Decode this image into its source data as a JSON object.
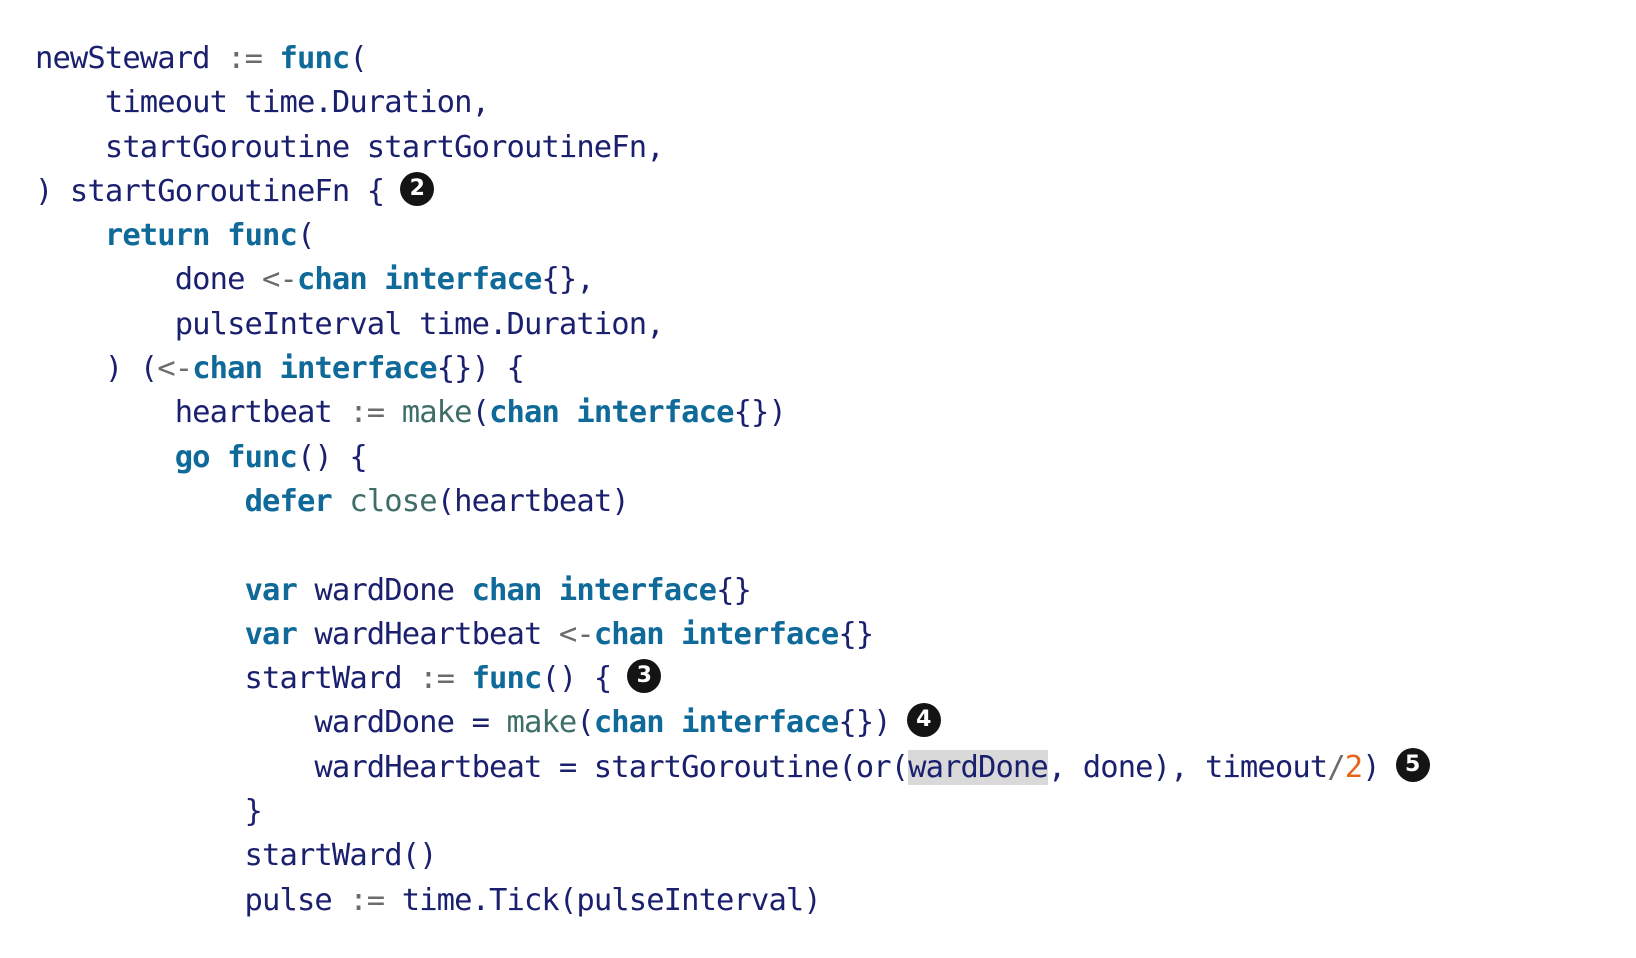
{
  "code": {
    "lines": [
      [
        {
          "t": "newSteward"
        },
        {
          "t": " "
        },
        {
          "t": ":=",
          "c": "op"
        },
        {
          "t": " "
        },
        {
          "t": "func",
          "c": "kw"
        },
        {
          "t": "("
        }
      ],
      [
        {
          "t": "    timeout time.Duration,"
        }
      ],
      [
        {
          "t": "    startGoroutine startGoroutineFn,"
        }
      ],
      [
        {
          "t": ") startGoroutineFn {"
        },
        {
          "t": "2",
          "c": "callout"
        }
      ],
      [
        {
          "t": "    "
        },
        {
          "t": "return",
          "c": "kw"
        },
        {
          "t": " "
        },
        {
          "t": "func",
          "c": "kw"
        },
        {
          "t": "("
        }
      ],
      [
        {
          "t": "        done "
        },
        {
          "t": "<-",
          "c": "op"
        },
        {
          "t": "chan",
          "c": "kw"
        },
        {
          "t": " "
        },
        {
          "t": "interface",
          "c": "kw"
        },
        {
          "t": "{},"
        }
      ],
      [
        {
          "t": "        pulseInterval time.Duration,"
        }
      ],
      [
        {
          "t": "    ) ("
        },
        {
          "t": "<-",
          "c": "op"
        },
        {
          "t": "chan",
          "c": "kw"
        },
        {
          "t": " "
        },
        {
          "t": "interface",
          "c": "kw"
        },
        {
          "t": "{}) {"
        }
      ],
      [
        {
          "t": "        heartbeat "
        },
        {
          "t": ":=",
          "c": "op"
        },
        {
          "t": " "
        },
        {
          "t": "make",
          "c": "bi"
        },
        {
          "t": "("
        },
        {
          "t": "chan",
          "c": "kw"
        },
        {
          "t": " "
        },
        {
          "t": "interface",
          "c": "kw"
        },
        {
          "t": "{})"
        }
      ],
      [
        {
          "t": "        "
        },
        {
          "t": "go",
          "c": "kw"
        },
        {
          "t": " "
        },
        {
          "t": "func",
          "c": "kw"
        },
        {
          "t": "() {"
        }
      ],
      [
        {
          "t": "            "
        },
        {
          "t": "defer",
          "c": "kw"
        },
        {
          "t": " "
        },
        {
          "t": "close",
          "c": "bi"
        },
        {
          "t": "(heartbeat)"
        }
      ],
      [],
      [
        {
          "t": "            "
        },
        {
          "t": "var",
          "c": "kw"
        },
        {
          "t": " wardDone "
        },
        {
          "t": "chan",
          "c": "kw"
        },
        {
          "t": " "
        },
        {
          "t": "interface",
          "c": "kw"
        },
        {
          "t": "{}"
        }
      ],
      [
        {
          "t": "            "
        },
        {
          "t": "var",
          "c": "kw"
        },
        {
          "t": " wardHeartbeat "
        },
        {
          "t": "<-",
          "c": "op"
        },
        {
          "t": "chan",
          "c": "kw"
        },
        {
          "t": " "
        },
        {
          "t": "interface",
          "c": "kw"
        },
        {
          "t": "{}"
        }
      ],
      [
        {
          "t": "            startWard "
        },
        {
          "t": ":=",
          "c": "op"
        },
        {
          "t": " "
        },
        {
          "t": "func",
          "c": "kw"
        },
        {
          "t": "() {"
        },
        {
          "t": "3",
          "c": "callout"
        }
      ],
      [
        {
          "t": "                wardDone = "
        },
        {
          "t": "make",
          "c": "bi"
        },
        {
          "t": "("
        },
        {
          "t": "chan",
          "c": "kw"
        },
        {
          "t": " "
        },
        {
          "t": "interface",
          "c": "kw"
        },
        {
          "t": "{})"
        },
        {
          "t": "4",
          "c": "callout"
        }
      ],
      [
        {
          "t": "                wardHeartbeat = startGoroutine(or("
        },
        {
          "t": "wardDone",
          "c": "hl"
        },
        {
          "t": ", done), timeout"
        },
        {
          "t": "/",
          "c": "op"
        },
        {
          "t": "2",
          "c": "num"
        },
        {
          "t": ")"
        },
        {
          "t": "5",
          "c": "callout"
        }
      ],
      [
        {
          "t": "            }"
        }
      ],
      [
        {
          "t": "            startWard()"
        }
      ],
      [
        {
          "t": "            pulse "
        },
        {
          "t": ":=",
          "c": "op"
        },
        {
          "t": " time.Tick(pulseInterval)"
        }
      ]
    ]
  }
}
